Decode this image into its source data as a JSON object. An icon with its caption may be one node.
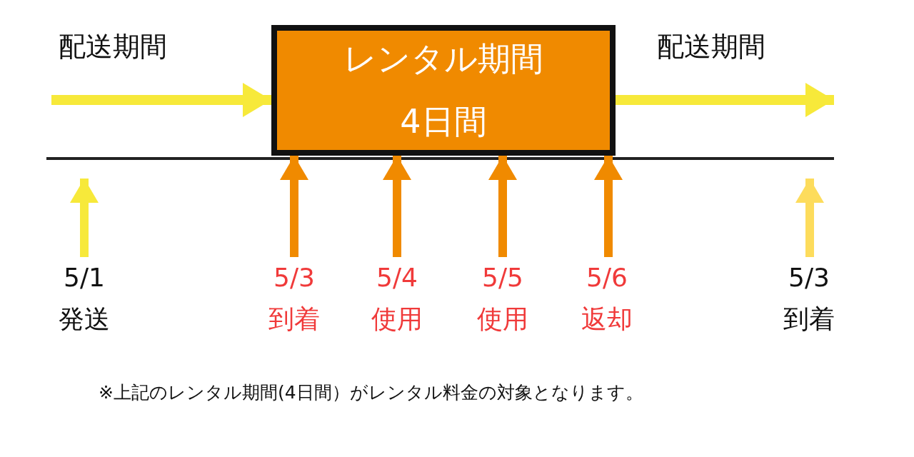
{
  "diagram": {
    "nodes": [
      {
        "text": [
          "レンタル期間",
          "4日間"
        ]
      },
      {
        "text": [
          "5/1",
          "発送"
        ]
      },
      {
        "text": [
          "5/3",
          "到着"
        ]
      },
      {
        "text": [
          "5/4",
          "使用"
        ]
      },
      {
        "text": [
          "5/5",
          "使用"
        ]
      },
      {
        "text": [
          "5/6",
          "返却"
        ]
      },
      {
        "text": [
          "5/3",
          "到着"
        ]
      }
    ],
    "edges": [
      {
        "from": null,
        "to": 0,
        "arrow": "to",
        "color": "#f7e93a"
      },
      {
        "from": 0,
        "to": null,
        "arrow": "to",
        "color": "#f7e93a"
      },
      {
        "from": 1,
        "to": null,
        "arrow": "to",
        "color": "#f7e93a"
      },
      {
        "from": 2,
        "to": 0,
        "arrow": "to",
        "color": "#f08a00"
      },
      {
        "from": 3,
        "to": 0,
        "arrow": "to",
        "color": "#f08a00"
      },
      {
        "from": 4,
        "to": 0,
        "arrow": "to",
        "color": "#f08a00"
      },
      {
        "from": 5,
        "to": 0,
        "arrow": "to",
        "color": "#f08a00"
      },
      {
        "from": 6,
        "to": null,
        "arrow": "to",
        "color": "#fddc5c"
      }
    ],
    "labels": [
      "配送期間",
      "配送期間",
      "※上記のレンタル期間(4日間）がレンタル料金の対象となります。"
    ]
  }
}
